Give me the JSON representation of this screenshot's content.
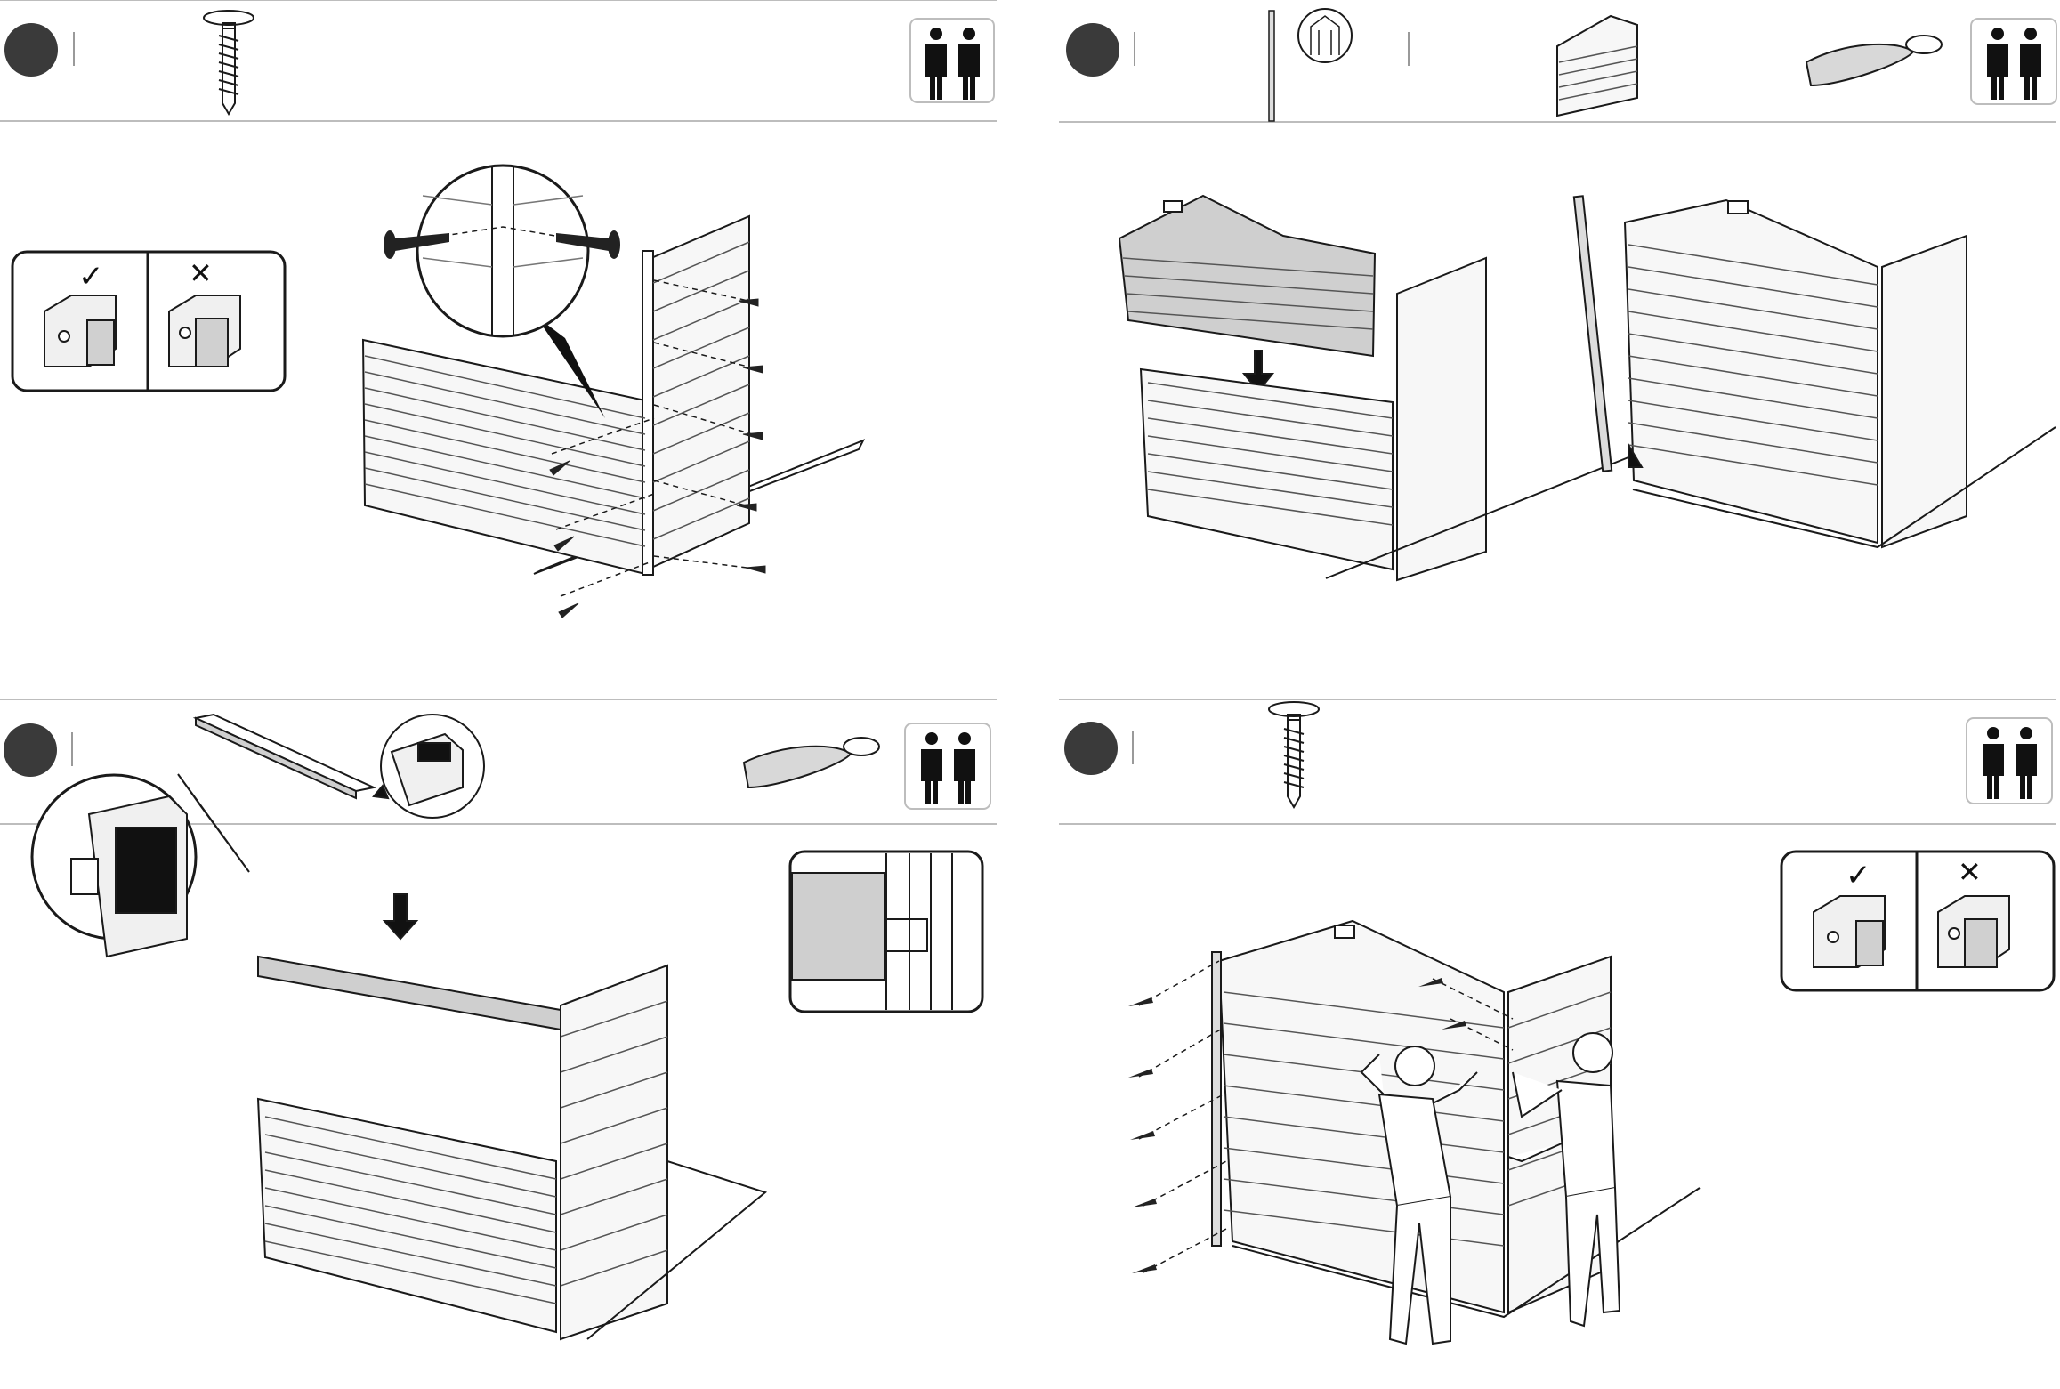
{
  "document": {
    "type": "assembly-instructions",
    "steps": [
      {
        "id": "step-1",
        "number": "",
        "parts": [
          "screw-icon"
        ],
        "people_required": "two-people-icon",
        "callout": "correct-incorrect-connector-callout"
      },
      {
        "id": "step-2",
        "number": "",
        "parts": [
          "corner-post-icon",
          "gable-panel-icon"
        ],
        "tool": "screwdriver-icon",
        "people_required": "two-people-icon"
      },
      {
        "id": "step-3",
        "number": "",
        "parts": [
          "top-rail-icon"
        ],
        "tool": "screwdriver-icon",
        "people_required": "two-people-icon"
      },
      {
        "id": "step-4",
        "number": "",
        "parts": [
          "screw-icon"
        ],
        "people_required": "two-people-icon",
        "callout": "correct-incorrect-connector-callout"
      }
    ],
    "marks": {
      "correct": "✓",
      "incorrect": "✕"
    },
    "colors": {
      "line": "#1a1a1a",
      "badge": "#3a3a3a",
      "rule": "#bdbdbd",
      "panel_fill": "#f7f7f7",
      "highlight_fill": "#cfcfcf",
      "hardware": "#222222"
    }
  }
}
